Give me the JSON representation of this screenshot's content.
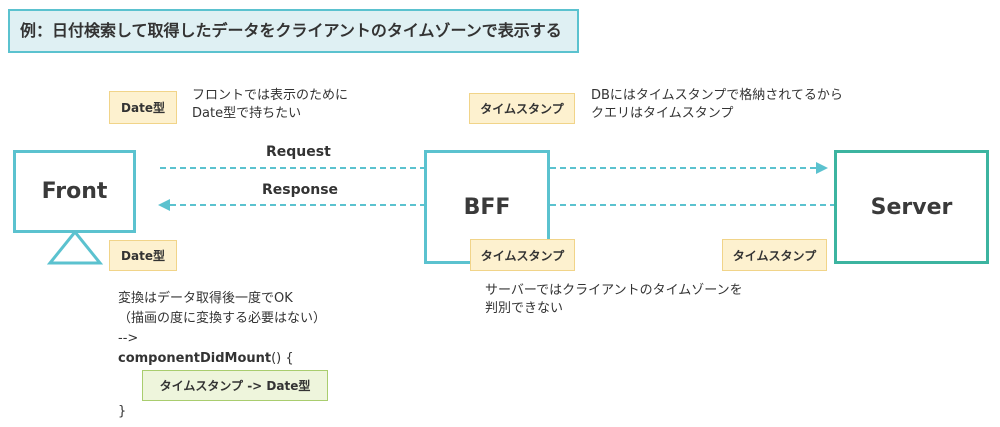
{
  "title": "例：日付検索して取得したデータをクライアントのタイムゾーンで表示する",
  "front": {
    "label": "Front",
    "tag_top": "Date型",
    "note_lines": [
      "フロントでは表示のために",
      "Date型で持ちたい"
    ],
    "tag_bottom": "Date型"
  },
  "bff": {
    "label": "BFF",
    "tag_top": "タイムスタンプ",
    "note_lines": [
      "DBにはタイムスタンプで格納されてるから",
      "クエリはタイムスタンプ"
    ],
    "tag_bottom": "タイムスタンプ",
    "bottom_note_lines": [
      "サーバーではクライアントのタイムゾーンを",
      "判別できない"
    ]
  },
  "server": {
    "label": "Server",
    "tag": "タイムスタンプ"
  },
  "arrows": {
    "request": "Request",
    "response": "Response"
  },
  "conversion": {
    "line1": "変換はデータ取得後一度でOK",
    "line2": "（描画の度に変換する必要はない）",
    "line3": "-->",
    "code_open_name": "componentDidMount",
    "code_open_rest": "() {",
    "inner_tag": "タイムスタンプ -> Date型",
    "code_close": "}"
  },
  "colors": {
    "teal": "#5bc2cf",
    "green": "#3cb4a0",
    "tag_fill": "#fdf1cf",
    "tag_border": "#f1d489",
    "inner_tag_fill": "#eef5dc",
    "inner_tag_border": "#a9cd6e"
  }
}
